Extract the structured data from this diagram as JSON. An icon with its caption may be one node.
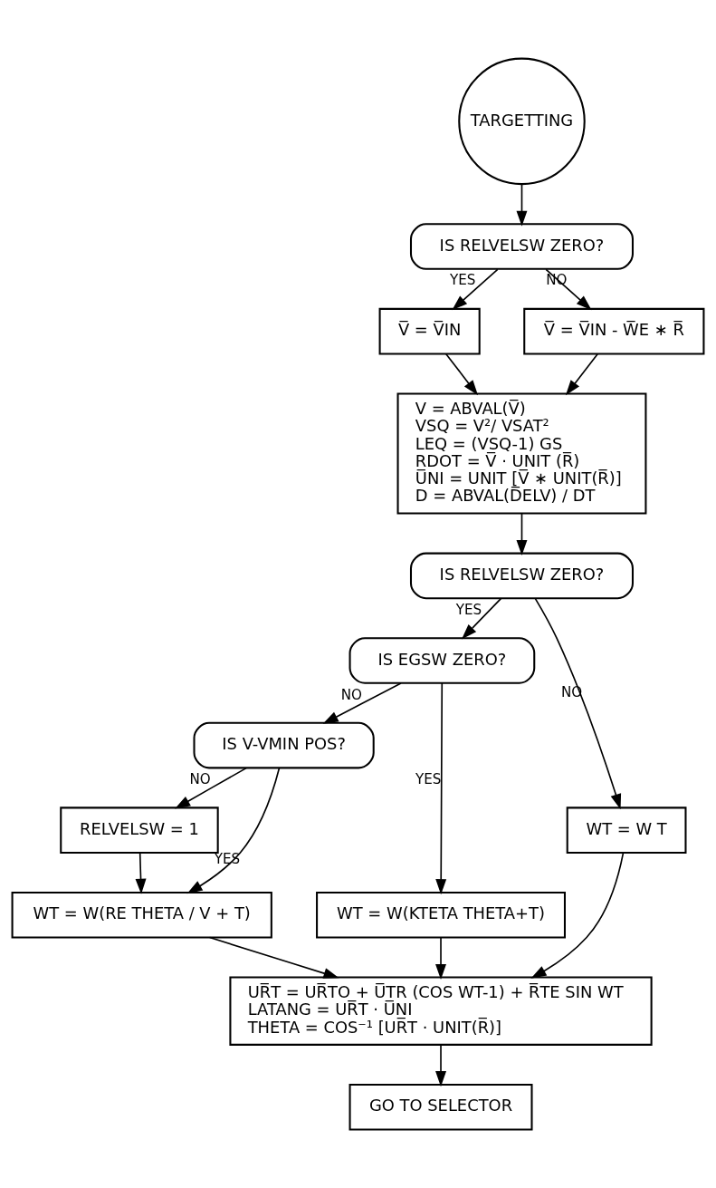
{
  "diagram": {
    "nodes": [
      {
        "text": [
          "TARGETTING"
        ]
      },
      {
        "text": [
          "IS RELVELSW ZERO?"
        ]
      },
      {
        "text": [
          "V̅ = V̅IN"
        ]
      },
      {
        "text": [
          "V̅ = V̅IN - W̅E ∗ R̅"
        ]
      },
      {
        "text": [
          "V = ABVAL(V̅)",
          "VSQ = V²/ VSAT²",
          "LEQ = (VSQ-1) GS",
          "RDOT = V̅ · UNIT (R̅)",
          "U̅NI = UNIT [V̅ ∗ UNIT(R̅)]",
          "D = ABVAL(D̅ELV) / DT"
        ]
      },
      {
        "text": [
          "IS RELVELSW ZERO?"
        ]
      },
      {
        "text": [
          "IS EGSW ZERO?"
        ]
      },
      {
        "text": [
          "WT = W T"
        ]
      },
      {
        "text": [
          "IS V-VMIN POS?"
        ]
      },
      {
        "text": [
          "WT = W(KTETA THETA+T)"
        ]
      },
      {
        "text": [
          "RELVELSW = 1"
        ]
      },
      {
        "text": [
          "WT = W(RE THETA / V + T)"
        ]
      },
      {
        "text": [
          "UR̅T = UR̅TO + U̅TR (COS WT-1) + R̅TE SIN WT",
          "LATANG = UR̅T · U̅NI",
          "THETA = COS⁻¹ [UR̅T · UNIT(R̅)]"
        ]
      },
      {
        "text": [
          "GO TO SELECTOR"
        ]
      }
    ],
    "edges": [
      {
        "from": 0,
        "to": 1,
        "arrow": "to"
      },
      {
        "from": 1,
        "to": 2,
        "arrow": "to",
        "label": "YES"
      },
      {
        "from": 1,
        "to": 3,
        "arrow": "to",
        "label": "NO"
      },
      {
        "from": 2,
        "to": 4,
        "arrow": "to"
      },
      {
        "from": 3,
        "to": 4,
        "arrow": "to"
      },
      {
        "from": 4,
        "to": 5,
        "arrow": "to"
      },
      {
        "from": 5,
        "to": 6,
        "arrow": "to",
        "label": "YES"
      },
      {
        "from": 5,
        "to": 7,
        "arrow": "to",
        "label": "NO"
      },
      {
        "from": 6,
        "to": 8,
        "arrow": "to",
        "label": "NO"
      },
      {
        "from": 6,
        "to": 9,
        "arrow": "to",
        "label": "YES"
      },
      {
        "from": 8,
        "to": 10,
        "arrow": "to",
        "label": "NO"
      },
      {
        "from": 8,
        "to": 11,
        "arrow": "to",
        "label": "YES"
      },
      {
        "from": 10,
        "to": 11,
        "arrow": "to"
      },
      {
        "from": 11,
        "to": 12,
        "arrow": "to"
      },
      {
        "from": 9,
        "to": 12,
        "arrow": "to"
      },
      {
        "from": 7,
        "to": 12,
        "arrow": "to"
      },
      {
        "from": 12,
        "to": 13,
        "arrow": "to"
      }
    ]
  }
}
